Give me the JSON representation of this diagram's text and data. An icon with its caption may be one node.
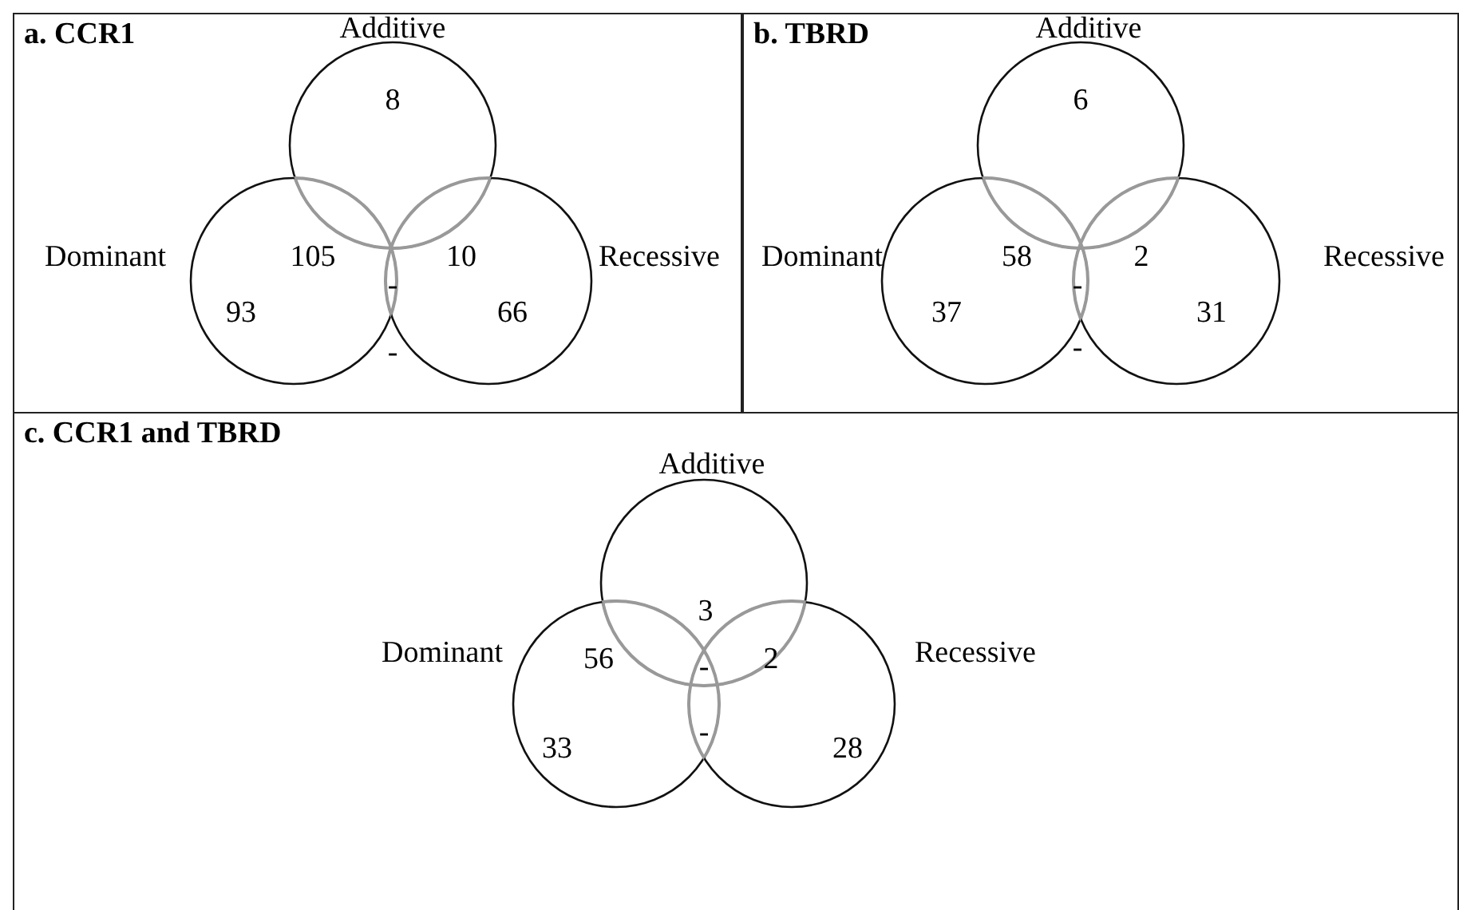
{
  "diagram": {
    "nodes": [
      {
        "text": [
          "a. CCR1"
        ]
      },
      {
        "text": [
          "Additive",
          "8"
        ],
        "in": 0
      },
      {
        "text": [
          "Dominant",
          "93"
        ],
        "in": 0
      },
      {
        "text": [
          "Recessive",
          "66"
        ],
        "in": 0
      },
      {
        "text": [
          "b. TBRD"
        ]
      },
      {
        "text": [
          "Additive",
          "6"
        ],
        "in": 4
      },
      {
        "text": [
          "Dominant",
          "37"
        ],
        "in": 4
      },
      {
        "text": [
          "Recessive",
          "31"
        ],
        "in": 4
      },
      {
        "text": [
          "c. CCR1 and TBRD"
        ]
      },
      {
        "text": [
          "Additive",
          "3"
        ],
        "in": 8
      },
      {
        "text": [
          "Dominant",
          "33"
        ],
        "in": 8
      },
      {
        "text": [
          "Recessive",
          "28"
        ],
        "in": 8
      }
    ],
    "edges": [],
    "labels": [
      "105",
      "10",
      "-",
      "-",
      "58",
      "2",
      "-",
      "-",
      "56",
      "2",
      "-",
      "-"
    ]
  }
}
